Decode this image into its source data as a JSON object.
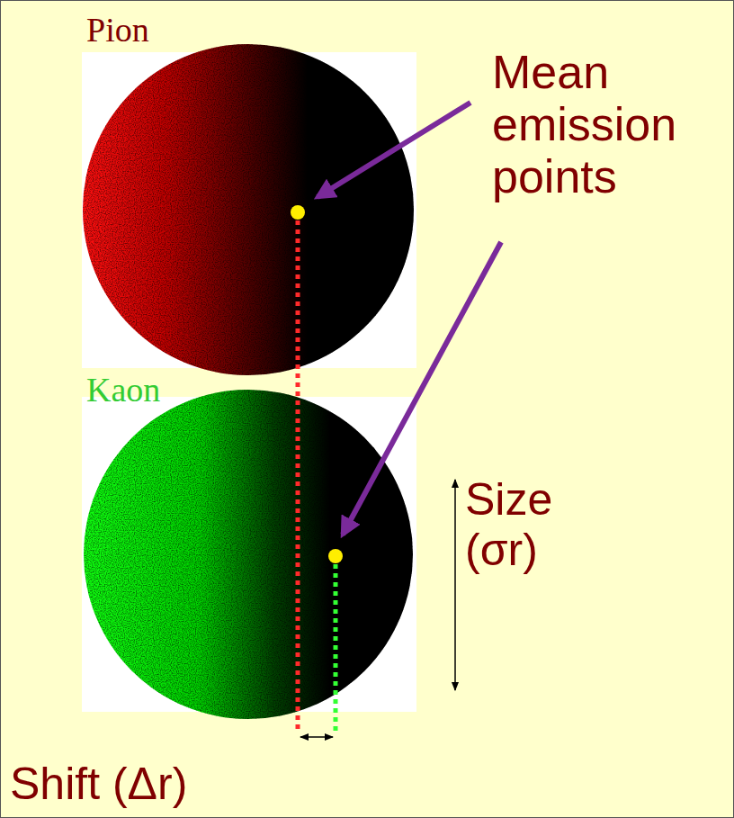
{
  "diagram": {
    "labels": [
      "Pion",
      "Mean emission points",
      "Kaon",
      "Size (σr)",
      "Shift (Δr)"
    ]
  }
}
